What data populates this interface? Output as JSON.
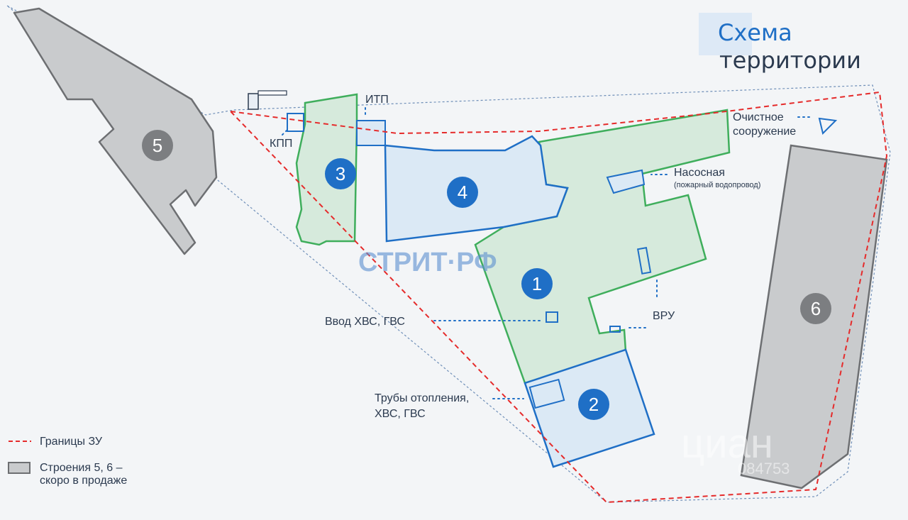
{
  "title": {
    "line1": "Схема",
    "line2": "территории"
  },
  "buildings": [
    {
      "number": "1"
    },
    {
      "number": "2"
    },
    {
      "number": "3"
    },
    {
      "number": "4"
    },
    {
      "number": "5"
    },
    {
      "number": "6"
    }
  ],
  "labels": {
    "kpp": "КПП",
    "itp": "ИТП",
    "treatment_line1": "Очистное",
    "treatment_line2": "сооружение",
    "pump_line1": "Насосная",
    "pump_line2": "(пожарный водопровод)",
    "water_input": "Ввод ХВС, ГВС",
    "vru": "ВРУ",
    "pipes_line1": "Трубы отопления,",
    "pipes_line2": "ХВС, ГВС"
  },
  "legend": {
    "boundary": "Границы ЗУ",
    "buildings_line1": "Строения 5, 6 –",
    "buildings_line2": "скоро в продаже"
  },
  "watermarks": {
    "strit": "СТРИТ·РФ",
    "cian": "циан",
    "cian_id": "084753"
  },
  "colors": {
    "accent": "#1f6fc6",
    "green": "#3fae5c",
    "red": "#e52b2b",
    "gray": "#c9cbcd"
  }
}
